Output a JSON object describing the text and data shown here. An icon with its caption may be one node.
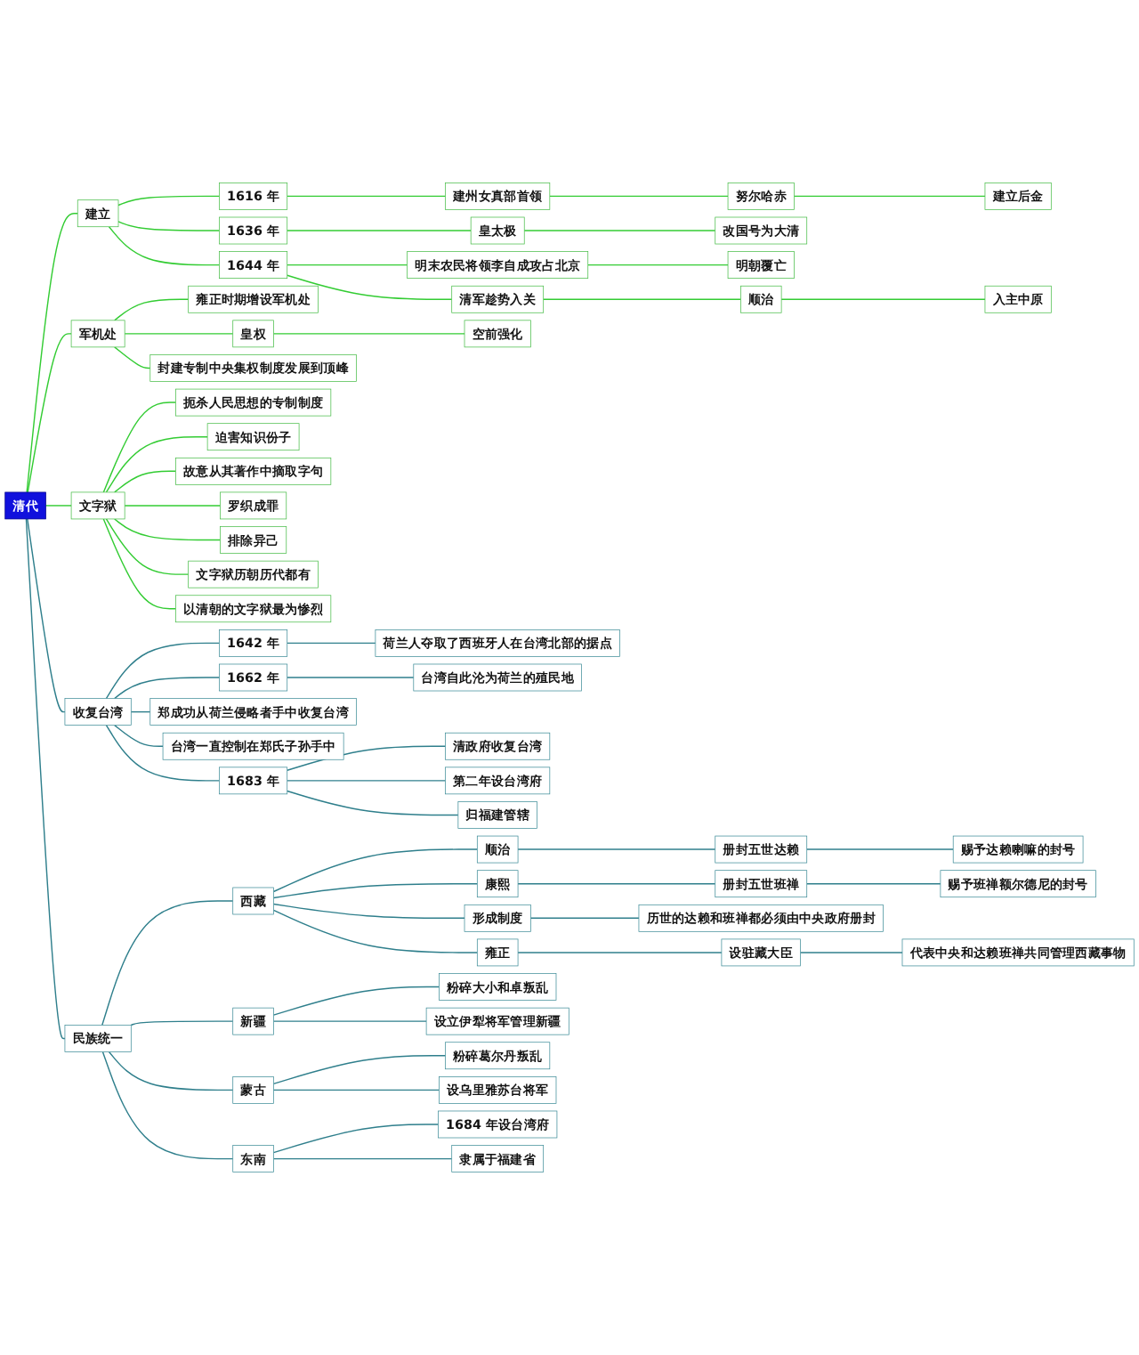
{
  "diagram": {
    "nodes": [
      {
        "text": [
          "清代"
        ]
      },
      {
        "text": [
          "建立"
        ]
      },
      {
        "text": [
          "1616 年"
        ]
      },
      {
        "text": [
          "建州女真部首领"
        ]
      },
      {
        "text": [
          "努尔哈赤"
        ]
      },
      {
        "text": [
          "建立后金"
        ]
      },
      {
        "text": [
          "1636 年"
        ]
      },
      {
        "text": [
          "皇太极"
        ]
      },
      {
        "text": [
          "改国号为大清"
        ]
      },
      {
        "text": [
          "1644 年"
        ]
      },
      {
        "text": [
          "明末农民将领李自成攻占北京"
        ]
      },
      {
        "text": [
          "明朝覆亡"
        ]
      },
      {
        "text": [
          "清军趁势入关"
        ]
      },
      {
        "text": [
          "顺治"
        ]
      },
      {
        "text": [
          "入主中原"
        ]
      },
      {
        "text": [
          "军机处"
        ]
      },
      {
        "text": [
          "雍正时期增设军机处"
        ]
      },
      {
        "text": [
          "皇权"
        ]
      },
      {
        "text": [
          "空前强化"
        ]
      },
      {
        "text": [
          "封建专制中央集权制度发展到顶峰"
        ]
      },
      {
        "text": [
          "文字狱"
        ]
      },
      {
        "text": [
          "扼杀人民思想的专制制度"
        ]
      },
      {
        "text": [
          "迫害知识份子"
        ]
      },
      {
        "text": [
          "故意从其著作中摘取字句"
        ]
      },
      {
        "text": [
          "罗织成罪"
        ]
      },
      {
        "text": [
          "排除异己"
        ]
      },
      {
        "text": [
          "文字狱历朝历代都有"
        ]
      },
      {
        "text": [
          "以清朝的文字狱最为惨烈"
        ]
      },
      {
        "text": [
          "收复台湾"
        ]
      },
      {
        "text": [
          "1642 年"
        ]
      },
      {
        "text": [
          "荷兰人夺取了西班牙人在台湾北部的据点"
        ]
      },
      {
        "text": [
          "1662 年"
        ]
      },
      {
        "text": [
          "台湾自此沦为荷兰的殖民地"
        ]
      },
      {
        "text": [
          "郑成功从荷兰侵略者手中收复台湾"
        ]
      },
      {
        "text": [
          "台湾一直控制在郑氏子孙手中"
        ]
      },
      {
        "text": [
          "1683 年"
        ]
      },
      {
        "text": [
          "清政府收复台湾"
        ]
      },
      {
        "text": [
          "第二年设台湾府"
        ]
      },
      {
        "text": [
          "归福建管辖"
        ]
      },
      {
        "text": [
          "民族统一"
        ]
      },
      {
        "text": [
          "西藏"
        ]
      },
      {
        "text": [
          "顺治"
        ]
      },
      {
        "text": [
          "册封五世达赖"
        ]
      },
      {
        "text": [
          "赐予达赖喇嘛的封号"
        ]
      },
      {
        "text": [
          "康熙"
        ]
      },
      {
        "text": [
          "册封五世班禅"
        ]
      },
      {
        "text": [
          "赐予班禅额尔德尼的封号"
        ]
      },
      {
        "text": [
          "形成制度"
        ]
      },
      {
        "text": [
          "历世的达赖和班禅都必须由中央政府册封"
        ]
      },
      {
        "text": [
          "雍正"
        ]
      },
      {
        "text": [
          "设驻藏大臣"
        ]
      },
      {
        "text": [
          "代表中央和达赖班禅共同管理西藏事物"
        ]
      },
      {
        "text": [
          "新疆"
        ]
      },
      {
        "text": [
          "粉碎大小和卓叛乱"
        ]
      },
      {
        "text": [
          "设立伊犁将军管理新疆"
        ]
      },
      {
        "text": [
          "蒙古"
        ]
      },
      {
        "text": [
          "粉碎葛尔丹叛乱"
        ]
      },
      {
        "text": [
          "设乌里雅苏台将军"
        ]
      },
      {
        "text": [
          "东南"
        ]
      },
      {
        "text": [
          "1684 年设台湾府"
        ]
      },
      {
        "text": [
          "隶属于福建省"
        ]
      }
    ],
    "edges": [
      {
        "from": 0,
        "to": 1,
        "arrow": "none",
        "color": "#33cc33"
      },
      {
        "from": 1,
        "to": 2,
        "arrow": "none",
        "color": "#33cc33"
      },
      {
        "from": 2,
        "to": 3,
        "arrow": "none",
        "color": "#33cc33"
      },
      {
        "from": 3,
        "to": 4,
        "arrow": "none",
        "color": "#33cc33"
      },
      {
        "from": 4,
        "to": 5,
        "arrow": "none",
        "color": "#33cc33"
      },
      {
        "from": 1,
        "to": 6,
        "arrow": "none",
        "color": "#33cc33"
      },
      {
        "from": 6,
        "to": 7,
        "arrow": "none",
        "color": "#33cc33"
      },
      {
        "from": 7,
        "to": 8,
        "arrow": "none",
        "color": "#33cc33"
      },
      {
        "from": 1,
        "to": 9,
        "arrow": "none",
        "color": "#33cc33"
      },
      {
        "from": 9,
        "to": 10,
        "arrow": "none",
        "color": "#33cc33"
      },
      {
        "from": 10,
        "to": 11,
        "arrow": "none",
        "color": "#33cc33"
      },
      {
        "from": 9,
        "to": 12,
        "arrow": "none",
        "color": "#33cc33"
      },
      {
        "from": 12,
        "to": 13,
        "arrow": "none",
        "color": "#33cc33"
      },
      {
        "from": 13,
        "to": 14,
        "arrow": "none",
        "color": "#33cc33"
      },
      {
        "from": 0,
        "to": 15,
        "arrow": "none",
        "color": "#33cc33"
      },
      {
        "from": 15,
        "to": 16,
        "arrow": "none",
        "color": "#33cc33"
      },
      {
        "from": 15,
        "to": 17,
        "arrow": "none",
        "color": "#33cc33"
      },
      {
        "from": 17,
        "to": 18,
        "arrow": "none",
        "color": "#33cc33"
      },
      {
        "from": 15,
        "to": 19,
        "arrow": "none",
        "color": "#33cc33"
      },
      {
        "from": 0,
        "to": 20,
        "arrow": "none",
        "color": "#33cc33"
      },
      {
        "from": 20,
        "to": 21,
        "arrow": "none",
        "color": "#33cc33"
      },
      {
        "from": 20,
        "to": 22,
        "arrow": "none",
        "color": "#33cc33"
      },
      {
        "from": 20,
        "to": 23,
        "arrow": "none",
        "color": "#33cc33"
      },
      {
        "from": 20,
        "to": 24,
        "arrow": "none",
        "color": "#33cc33"
      },
      {
        "from": 20,
        "to": 25,
        "arrow": "none",
        "color": "#33cc33"
      },
      {
        "from": 20,
        "to": 26,
        "arrow": "none",
        "color": "#33cc33"
      },
      {
        "from": 20,
        "to": 27,
        "arrow": "none",
        "color": "#33cc33"
      },
      {
        "from": 0,
        "to": 28,
        "arrow": "none"
      },
      {
        "from": 28,
        "to": 29,
        "arrow": "none"
      },
      {
        "from": 29,
        "to": 30,
        "arrow": "none"
      },
      {
        "from": 28,
        "to": 31,
        "arrow": "none"
      },
      {
        "from": 31,
        "to": 32,
        "arrow": "none"
      },
      {
        "from": 28,
        "to": 33,
        "arrow": "none"
      },
      {
        "from": 28,
        "to": 34,
        "arrow": "none"
      },
      {
        "from": 28,
        "to": 35,
        "arrow": "none"
      },
      {
        "from": 35,
        "to": 36,
        "arrow": "none"
      },
      {
        "from": 35,
        "to": 37,
        "arrow": "none"
      },
      {
        "from": 35,
        "to": 38,
        "arrow": "none"
      },
      {
        "from": 0,
        "to": 39,
        "arrow": "none"
      },
      {
        "from": 39,
        "to": 40,
        "arrow": "none"
      },
      {
        "from": 40,
        "to": 41,
        "arrow": "none"
      },
      {
        "from": 41,
        "to": 42,
        "arrow": "none"
      },
      {
        "from": 42,
        "to": 43,
        "arrow": "none"
      },
      {
        "from": 40,
        "to": 44,
        "arrow": "none"
      },
      {
        "from": 44,
        "to": 45,
        "arrow": "none"
      },
      {
        "from": 45,
        "to": 46,
        "arrow": "none"
      },
      {
        "from": 40,
        "to": 47,
        "arrow": "none"
      },
      {
        "from": 47,
        "to": 48,
        "arrow": "none"
      },
      {
        "from": 40,
        "to": 49,
        "arrow": "none"
      },
      {
        "from": 49,
        "to": 50,
        "arrow": "none"
      },
      {
        "from": 50,
        "to": 51,
        "arrow": "none"
      },
      {
        "from": 39,
        "to": 52,
        "arrow": "none"
      },
      {
        "from": 52,
        "to": 53,
        "arrow": "none"
      },
      {
        "from": 52,
        "to": 54,
        "arrow": "none"
      },
      {
        "from": 39,
        "to": 55,
        "arrow": "none"
      },
      {
        "from": 55,
        "to": 56,
        "arrow": "none"
      },
      {
        "from": 55,
        "to": 57,
        "arrow": "none"
      },
      {
        "from": 39,
        "to": 58,
        "arrow": "none"
      },
      {
        "from": 58,
        "to": 59,
        "arrow": "none"
      },
      {
        "from": 58,
        "to": 60,
        "arrow": "none"
      }
    ]
  }
}
